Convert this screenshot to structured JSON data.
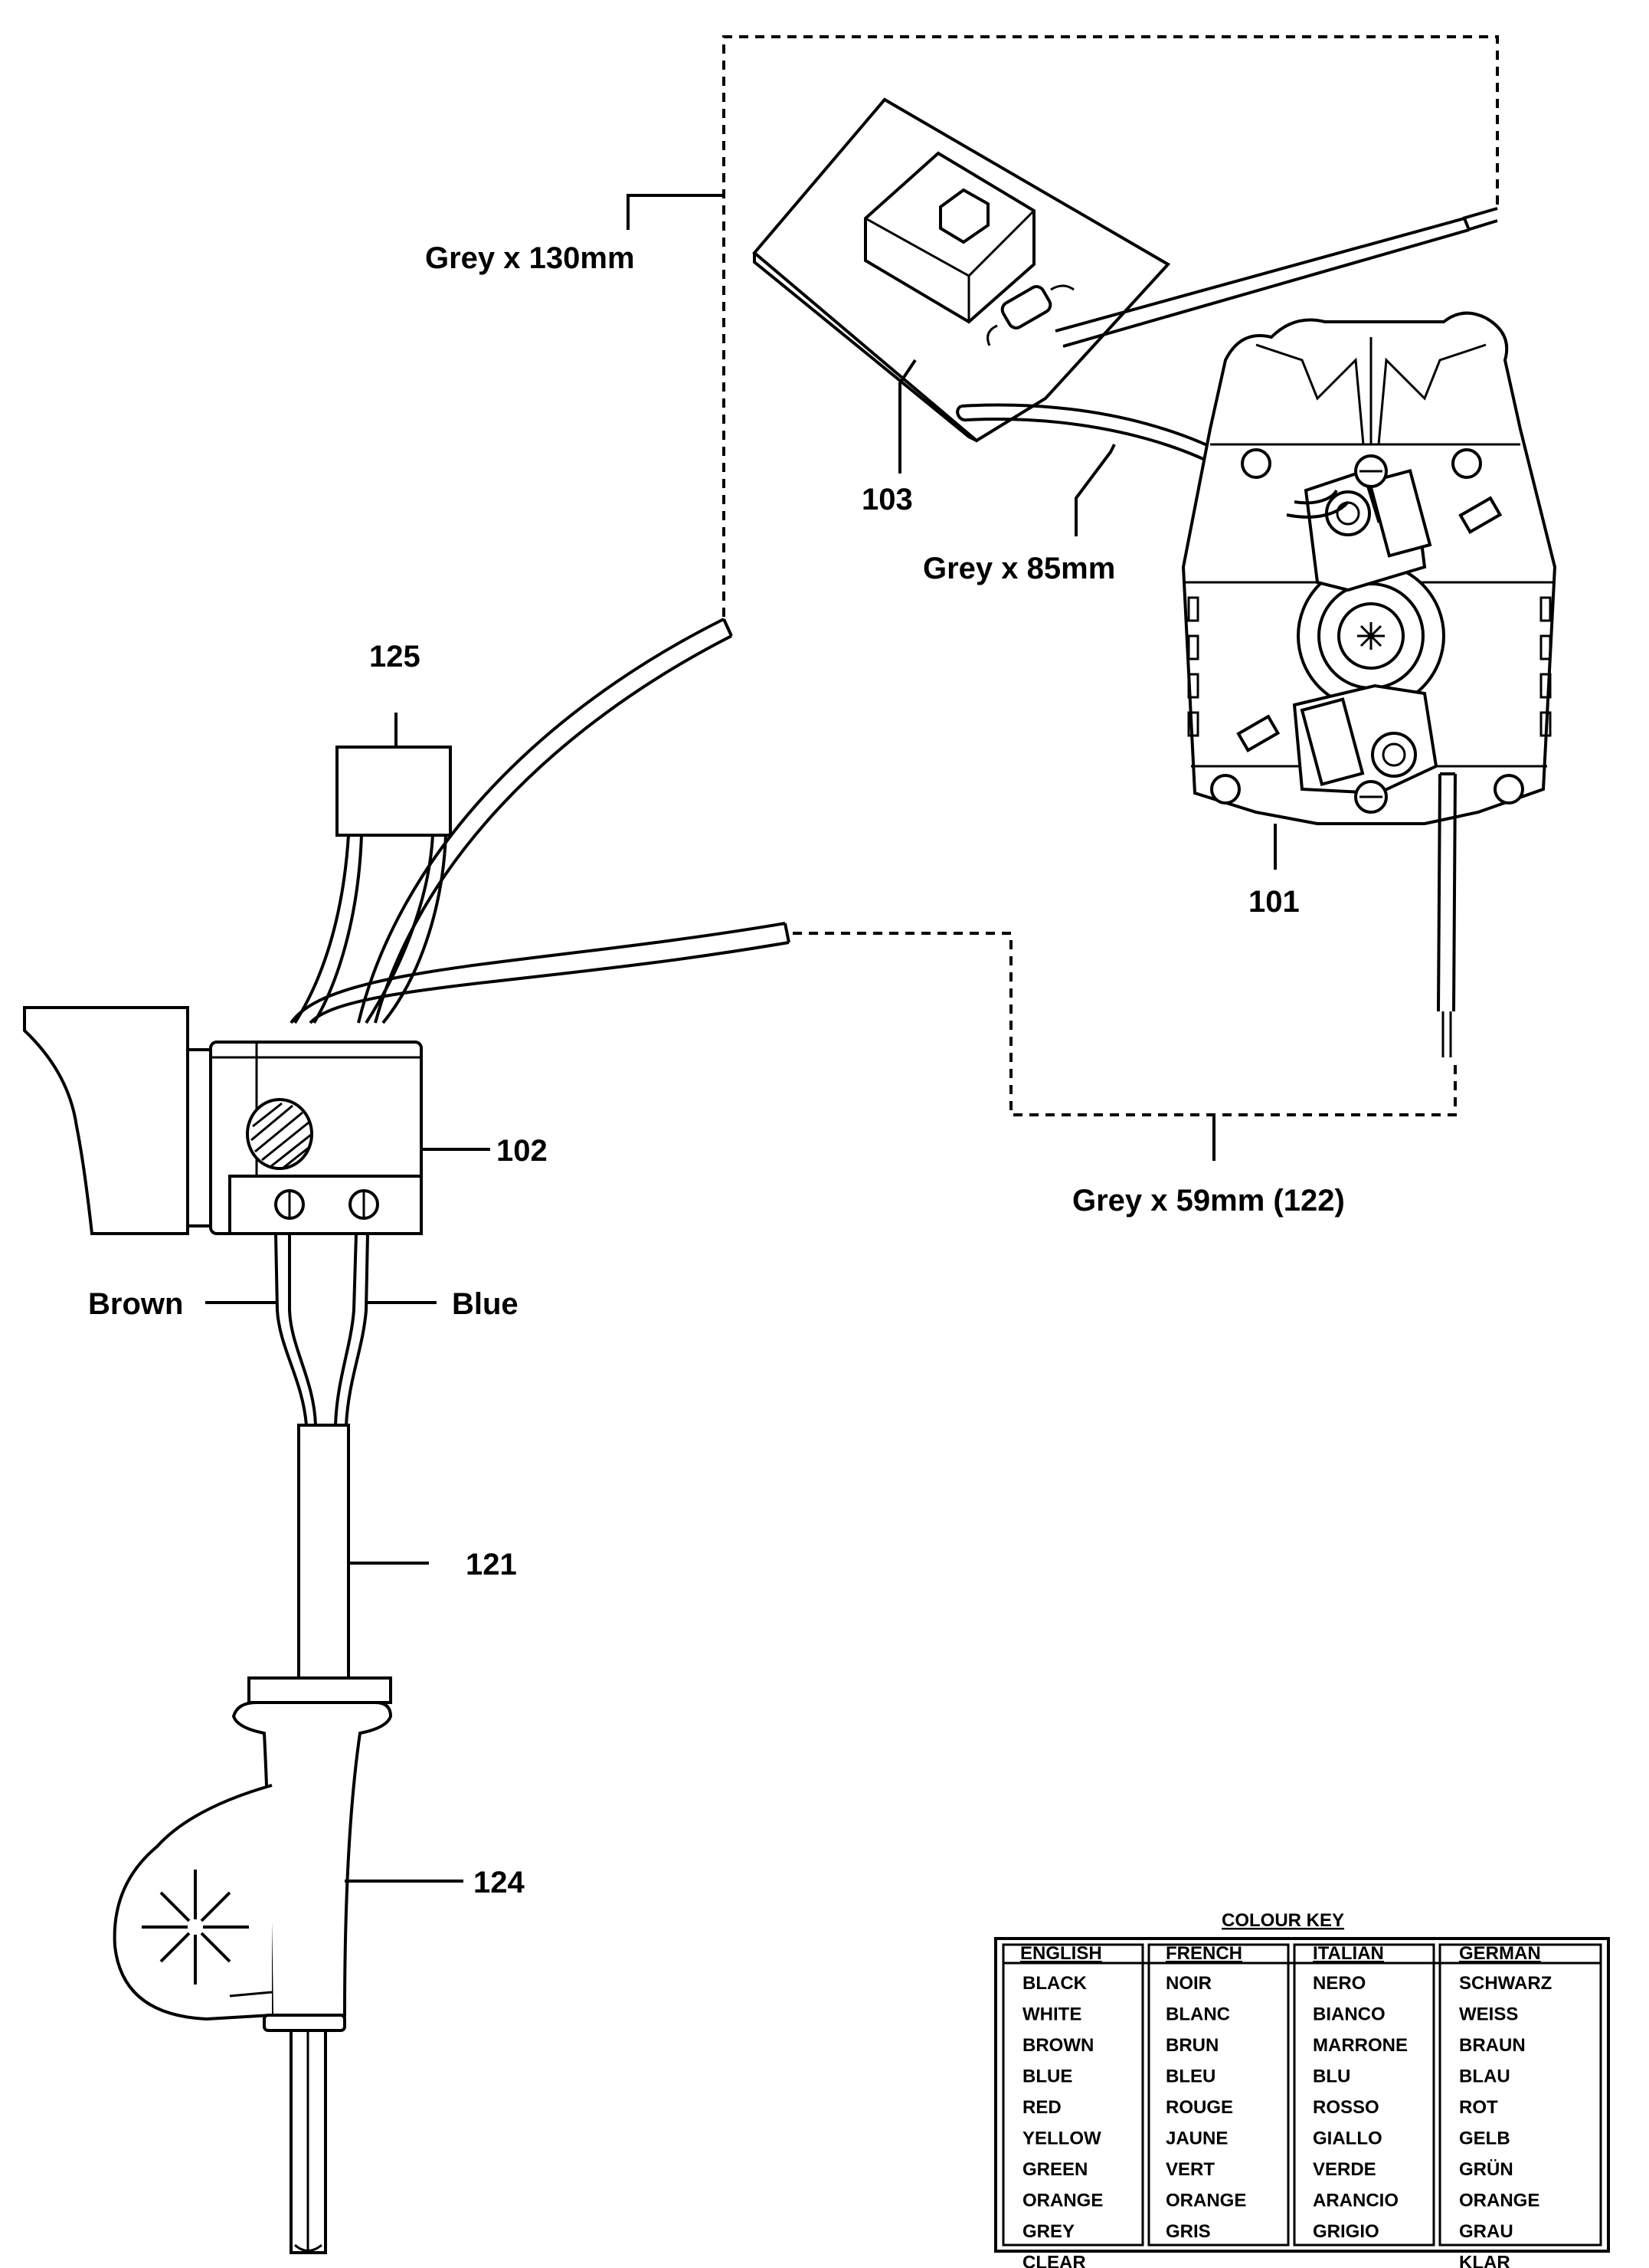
{
  "labels": {
    "grey_130": "Grey x 130mm",
    "part_103": "103",
    "grey_85": "Grey x 85mm",
    "part_125": "125",
    "part_101": "101",
    "part_102": "102",
    "grey_59": "Grey x 59mm (122)",
    "brown": "Brown",
    "blue": "Blue",
    "part_121": "121",
    "part_124": "124"
  },
  "colour_key": {
    "title": "COLOUR KEY",
    "columns": [
      {
        "header": "ENGLISH",
        "items": [
          "BLACK",
          "WHITE",
          "BROWN",
          "BLUE",
          "RED",
          "YELLOW",
          "GREEN",
          "ORANGE",
          "GREY",
          "CLEAR"
        ]
      },
      {
        "header": "FRENCH",
        "items": [
          "NOIR",
          "BLANC",
          "BRUN",
          "BLEU",
          "ROUGE",
          "JAUNE",
          "VERT",
          "ORANGE",
          "GRIS"
        ]
      },
      {
        "header": "ITALIAN",
        "items": [
          "NERO",
          "BIANCO",
          "MARRONE",
          "BLU",
          "ROSSO",
          "GIALLO",
          "VERDE",
          "ARANCIO",
          "GRIGIO"
        ]
      },
      {
        "header": "GERMAN",
        "items": [
          "SCHWARZ",
          "WEISS",
          "BRAUN",
          "BLAU",
          "ROT",
          "GELB",
          "GRÜN",
          "ORANGE",
          "GRAU",
          "KLAR"
        ]
      }
    ]
  }
}
